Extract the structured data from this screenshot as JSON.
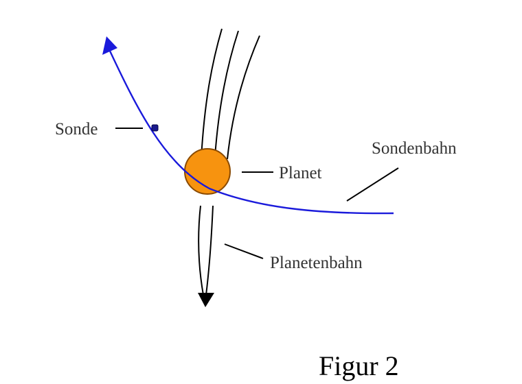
{
  "labels": {
    "probe": "Sonde",
    "planet": "Planet",
    "probe_orbit": "Sondenbahn",
    "planet_orbit": "Planetenbahn"
  },
  "caption": "Figur 2",
  "colors": {
    "probe_orbit": "#1a1adb",
    "planet_fill": "#f7930f",
    "planet_stroke": "#8a4a00",
    "lines": "#000000",
    "probe": "#1a1a8c"
  }
}
